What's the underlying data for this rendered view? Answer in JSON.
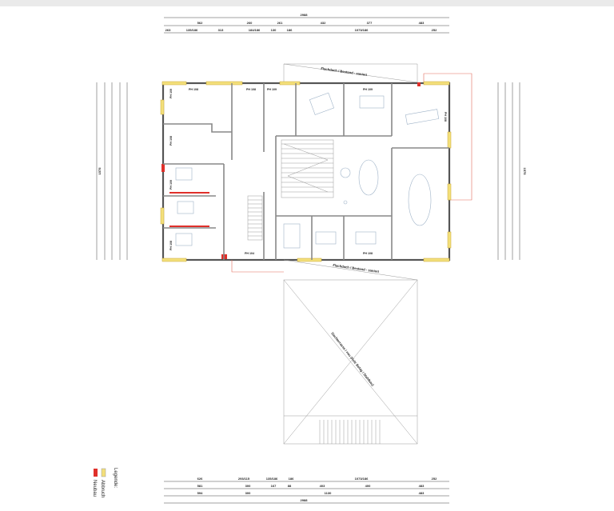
{
  "dimensions": {
    "top_total": "2988",
    "top_row2": [
      "562",
      "260",
      "261",
      "432",
      "377",
      "483"
    ],
    "top_row3": [
      "263",
      "135/186",
      "313",
      "184/186",
      "130",
      "186",
      "1073/186",
      "252"
    ],
    "bottom_row1": [
      "626",
      "293/115",
      "135/186",
      "186",
      "1073/186",
      "252"
    ],
    "bottom_row2": [
      "581",
      "300",
      "167",
      "88",
      "403",
      "400",
      "483"
    ],
    "bottom_row3": [
      "594",
      "300",
      "1130",
      "483"
    ],
    "bottom_total": "2988",
    "left_total": "1575",
    "right_total": "1575"
  },
  "rooms": [
    "PH 108",
    "PH 108",
    "PH 109",
    "PH 109",
    "PH 109",
    "PH 108",
    "PH 109",
    "PH 108",
    "PH 108",
    "PH 104",
    "PH 108"
  ],
  "notes": {
    "roof_top": "Flachdach / Bestand - saniert",
    "roof_bottom": "Flachdach / Bestand - saniert",
    "terrace": "Dachterrasse / neu (Holz Belag / Stahlbau)"
  },
  "legend": {
    "title": "Legende:",
    "items": [
      {
        "label": "Abbruch",
        "color": "#f3df7a"
      },
      {
        "label": "Neubau",
        "color": "#e0302a"
      }
    ]
  }
}
